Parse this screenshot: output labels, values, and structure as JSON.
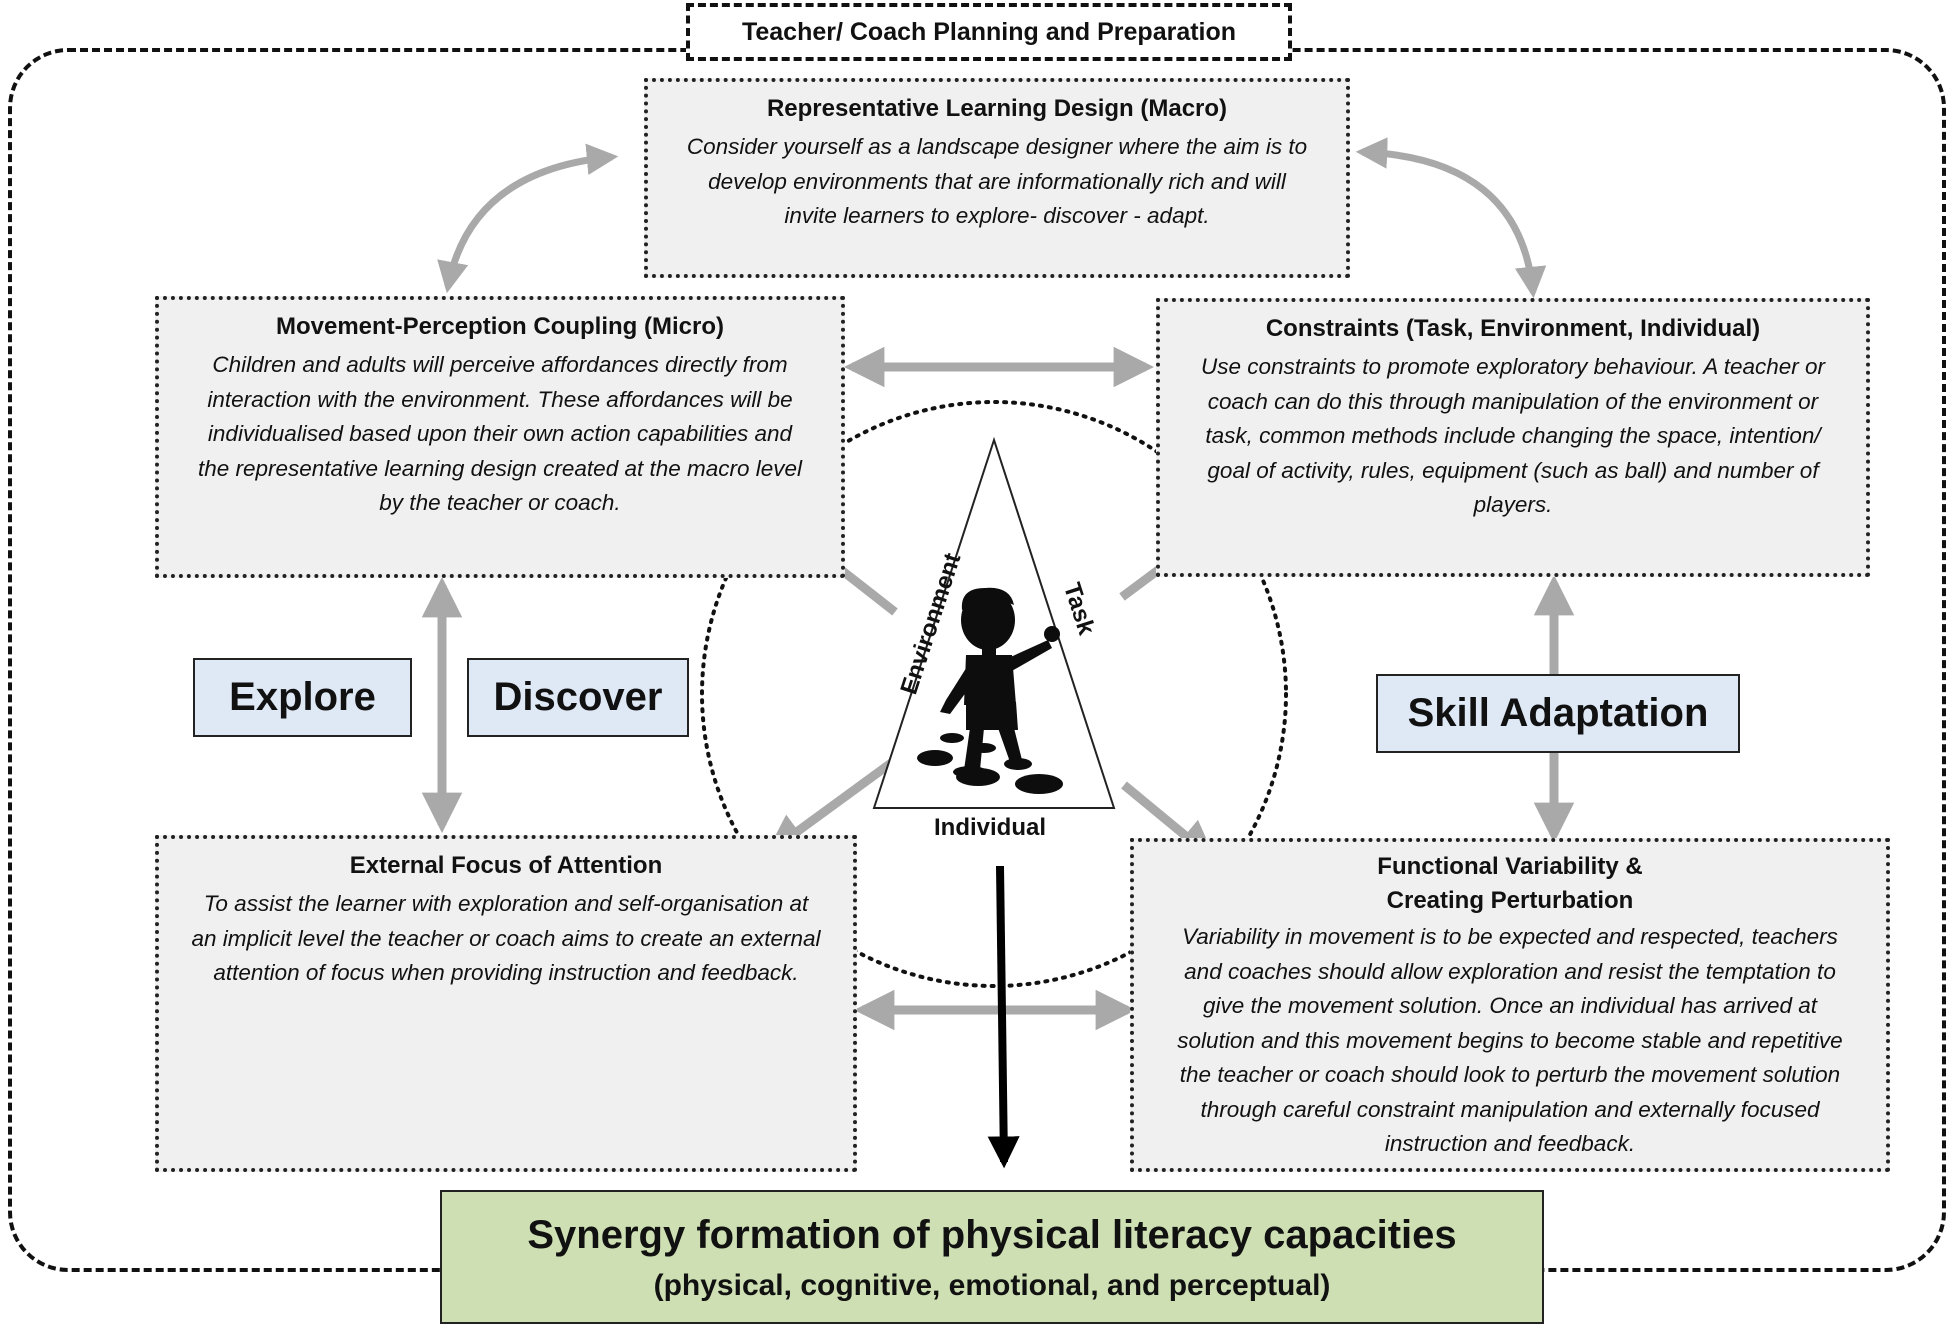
{
  "frame": {
    "title": "Teacher/ Coach Planning and Preparation"
  },
  "boxes": {
    "rld": {
      "title": "Representative Learning Design (Macro)",
      "lines": [
        "Consider yourself as a landscape designer where the aim is to",
        "develop environments that are informationally rich and will",
        "invite learners to explore- discover - adapt."
      ]
    },
    "mpc": {
      "title": "Movement-Perception Coupling (Micro)",
      "lines": [
        "Children and adults will perceive affordances directly from",
        "interaction with the environment. These affordances will be",
        "individualised based upon their own action capabilities and",
        "the representative learning design created at the macro level",
        "by the teacher or coach."
      ]
    },
    "constraints": {
      "title": "Constraints (Task, Environment, Individual)",
      "lines": [
        "Use constraints to promote exploratory behaviour. A teacher or",
        "coach can do this through manipulation of the environment or",
        "task, common methods include changing the space, intention/",
        "goal of activity, rules, equipment (such as ball) and number of",
        "players."
      ]
    },
    "efa": {
      "title": "External Focus of Attention",
      "lines": [
        "To assist the learner with exploration and self-organisation at",
        "an implicit level the teacher or coach aims to create an external",
        "attention of focus when providing instruction and feedback."
      ]
    },
    "fv": {
      "title_line1": "Functional Variability &",
      "title_line2": "Creating Perturbation",
      "lines": [
        "Variability in movement is to be expected and respected, teachers",
        "and coaches should allow exploration and resist the temptation to",
        "give the movement solution. Once an individual has arrived at",
        "solution and this movement begins to become stable and repetitive",
        "the teacher or coach should look to perturb the movement solution",
        "through careful constraint manipulation and externally focused",
        "instruction and feedback."
      ]
    }
  },
  "labels": {
    "explore": "Explore",
    "discover": "Discover",
    "skill_adaptation": "Skill Adaptation"
  },
  "triangle": {
    "environment": "Environment",
    "task": "Task",
    "individual": "Individual"
  },
  "synergy": {
    "line1": "Synergy formation of physical literacy capacities",
    "line2": "(physical, cognitive, emotional, and perceptual)"
  },
  "colors": {
    "box_fill": "#f0f0f0",
    "label_fill": "#dfe8f5",
    "synergy_fill": "#cddfb3",
    "arrow_grey": "#a9a9a9"
  }
}
